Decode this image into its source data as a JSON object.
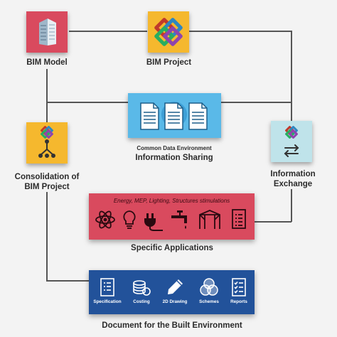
{
  "nodes": {
    "bim_model": "BIM Model",
    "bim_project": "BIM Project",
    "cde_small": "Common Data Environment",
    "cde_big": "Information Sharing",
    "consolidation_1": "Consolidation of",
    "consolidation_2": "BIM Project",
    "exchange_1": "Information",
    "exchange_2": "Exchange",
    "specific_apps": "Specific Applications",
    "document": "Document for the Built Environment"
  },
  "specific_panel": {
    "caption": "Energy, MEP, Lighting, Structures stimulations",
    "icons": [
      "atom-icon",
      "lightbulb-icon",
      "plug-icon",
      "faucet-icon",
      "structure-frame-icon",
      "checklist-icon"
    ]
  },
  "document_panel": {
    "items": [
      {
        "label": "Specification",
        "icon": "specification-icon"
      },
      {
        "label": "Costing",
        "icon": "coins-icon"
      },
      {
        "label": "2D Drawing",
        "icon": "pencil-icon"
      },
      {
        "label": "Schemes",
        "icon": "venn-icon"
      },
      {
        "label": "Reports",
        "icon": "report-icon"
      }
    ]
  },
  "colors": {
    "red_tile": "#d94a5e",
    "yellow_tile": "#f5b82e",
    "cde_tile": "#5ab9e8",
    "exchange_tile": "#bfe3ea",
    "blue_panel": "#22529a",
    "background": "#f3f3f3"
  }
}
